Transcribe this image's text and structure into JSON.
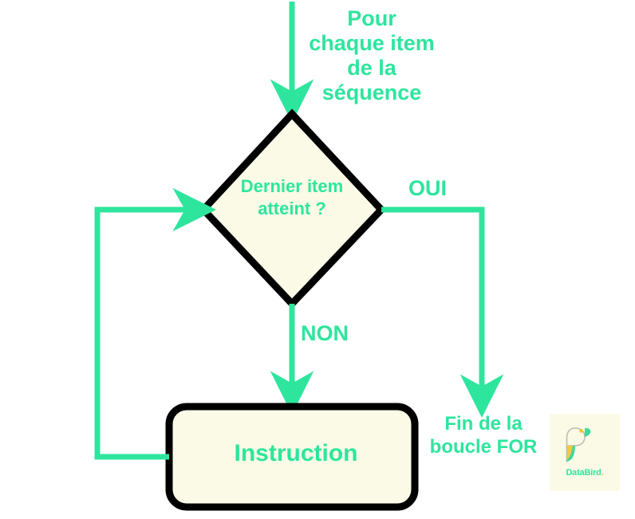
{
  "colors": {
    "accent_green": "#2EE59D",
    "shape_fill": "#FAFAE6",
    "shape_border": "#000000",
    "logo_yellow": "#F5C842",
    "background": "#FFFFFF"
  },
  "diagram": {
    "type": "flowchart",
    "title_note": "FOR loop flowchart (French)",
    "entry_label": "Pour chaque item de la séquence",
    "decision": {
      "text": "Dernier item atteint ?",
      "shape": "diamond"
    },
    "branches": {
      "yes_label": "OUI",
      "no_label": "NON"
    },
    "process": {
      "text": "Instruction",
      "shape": "rounded-rectangle"
    },
    "exit_label": "Fin de la boucle FOR"
  },
  "logo": {
    "name": "DataBird",
    "wordmark": "DataBird",
    "punctuation": "."
  }
}
